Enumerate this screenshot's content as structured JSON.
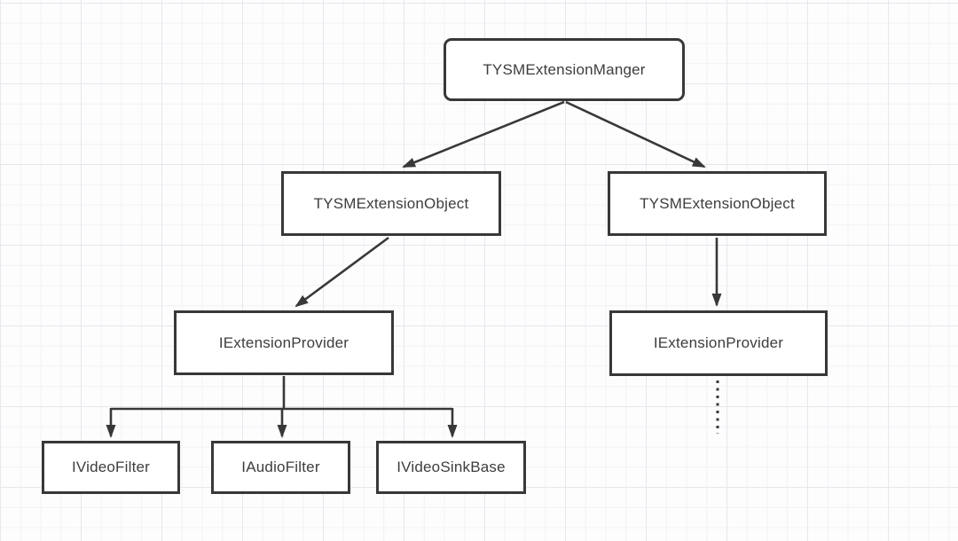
{
  "diagram": {
    "type": "flowchart-hierarchy",
    "background": "grid-paper",
    "colors": {
      "node_border": "#383838",
      "node_fill": "#ffffff",
      "edge_stroke": "#383838",
      "text": "#3d3d3d",
      "canvas_background": "#fdfdfe",
      "grid_minor": "#f2f2f5",
      "grid_major": "#e7e7ec"
    },
    "nodes": {
      "manager": {
        "label": "TYSMExtensionManger",
        "shape": "rounded-rectangle"
      },
      "object_left": {
        "label": "TYSMExtensionObject",
        "shape": "rectangle"
      },
      "object_right": {
        "label": "TYSMExtensionObject",
        "shape": "rectangle"
      },
      "provider_left": {
        "label": "IExtensionProvider",
        "shape": "rectangle"
      },
      "provider_right": {
        "label": "IExtensionProvider",
        "shape": "rectangle"
      },
      "video_filter": {
        "label": "IVideoFilter",
        "shape": "rectangle"
      },
      "audio_filter": {
        "label": "IAudioFilter",
        "shape": "rectangle"
      },
      "video_sink": {
        "label": "IVideoSinkBase",
        "shape": "rectangle"
      }
    },
    "edges": [
      {
        "from": "manager",
        "to": "object_left",
        "style": "solid",
        "arrowhead": true
      },
      {
        "from": "manager",
        "to": "object_right",
        "style": "solid",
        "arrowhead": true
      },
      {
        "from": "object_left",
        "to": "provider_left",
        "style": "solid",
        "arrowhead": true
      },
      {
        "from": "object_right",
        "to": "provider_right",
        "style": "solid",
        "arrowhead": true
      },
      {
        "from": "provider_left",
        "to": "video_filter",
        "style": "solid-orthogonal",
        "arrowhead": true
      },
      {
        "from": "provider_left",
        "to": "audio_filter",
        "style": "solid-orthogonal",
        "arrowhead": true
      },
      {
        "from": "provider_left",
        "to": "video_sink",
        "style": "solid-orthogonal",
        "arrowhead": true
      },
      {
        "from": "provider_right",
        "to": "",
        "style": "dotted-continuation",
        "arrowhead": false
      }
    ]
  }
}
